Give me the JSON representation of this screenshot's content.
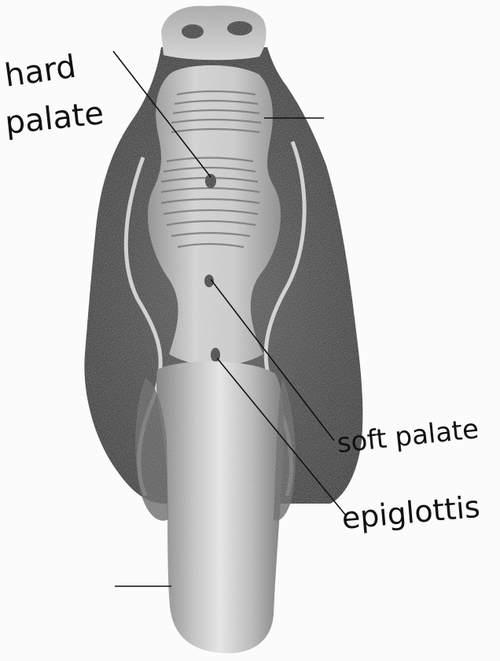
{
  "labels": {
    "hard_palate_line1": "hard",
    "hard_palate_line2": "palate",
    "soft_palate": "soft palate",
    "epiglottis": "epiglottis"
  },
  "colors": {
    "ink": "#111111",
    "tissue_dark": "#3a3a3a",
    "tissue_mid": "#9a9a9a",
    "tissue_light": "#e9e9e9",
    "paper": "#fbfbfb"
  }
}
